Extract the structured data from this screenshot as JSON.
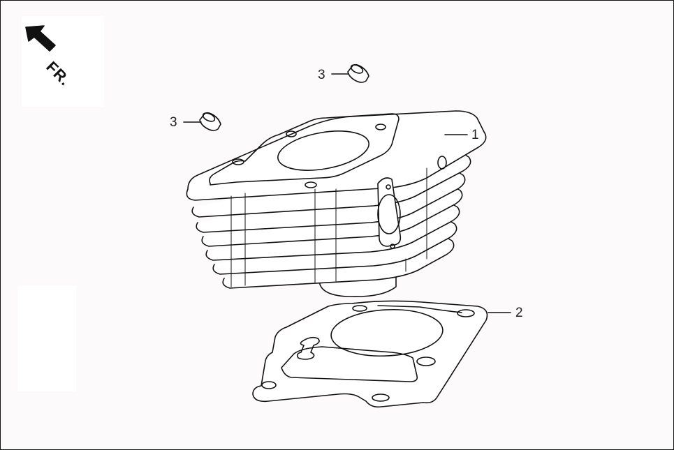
{
  "diagram": {
    "type": "exploded-parts-view",
    "subject": "engine cylinder assembly",
    "direction_indicator": {
      "label": "FR.",
      "icon": "arrow-up-left-icon"
    },
    "callouts": [
      {
        "number": "1",
        "part": "cylinder"
      },
      {
        "number": "2",
        "part": "cylinder-base-gasket"
      },
      {
        "number": "3",
        "part": "dowel-pin-upper"
      },
      {
        "number": "3",
        "part": "dowel-pin-left"
      }
    ],
    "colors": {
      "line": "#111111",
      "background": "#fcfafb",
      "patch": "#ffffff",
      "frame": "#111111"
    }
  }
}
